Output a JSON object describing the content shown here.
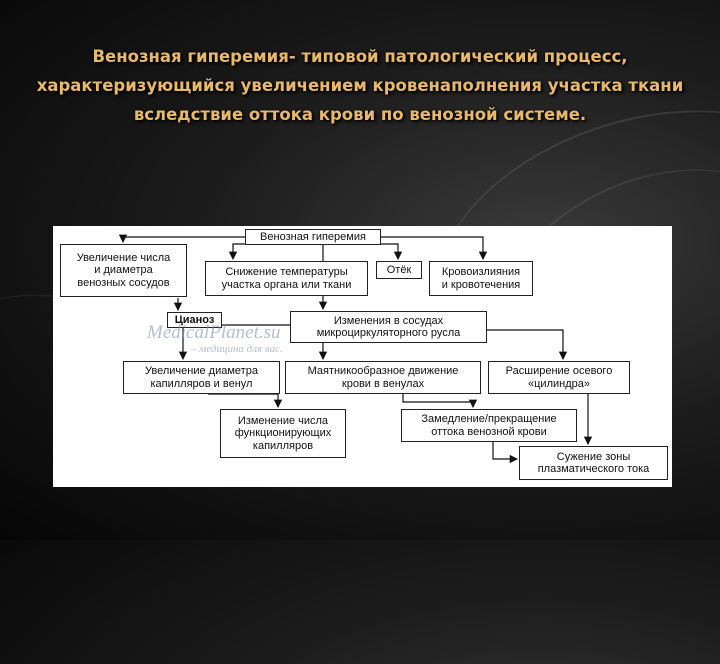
{
  "slide": {
    "title_lines": [
      "Венозная гиперемия- типовой патологический процесс,",
      "характеризующийся увеличением кровенаполнения участка ткани",
      "вследствие оттока крови по венозной системе."
    ]
  },
  "diagram": {
    "nodes": {
      "venous": "Венозная гиперемия",
      "increase_vessels": "Увеличение числа\nи диаметра\nвенозных сосудов",
      "temperature": "Снижение температуры\nучастка органа или ткани",
      "edema": "Отёк",
      "hemorrhage": "Кровоизлияния\nи кровотечения",
      "cyanosis": "Цианоз",
      "microcirculation": "Изменения в сосудах\nмикроциркуляторного русла",
      "capillary_diameter": "Увеличение диаметра\nкапилляров и венул",
      "pendulum": "Маятникообразное движение\nкрови в венулах",
      "axial_cylinder": "Расширение осевого\n«цилиндра»",
      "capillary_number": "Изменение числа\nфункционирующих\nкапилляров",
      "slowdown": "Замедление/прекращение\nоттока венозной крови",
      "plasma_zone": "Сужение зоны\nплазматического тока"
    },
    "watermark": {
      "brand": "MedicalPlanet.su",
      "tagline": "– медицина для вас."
    }
  }
}
